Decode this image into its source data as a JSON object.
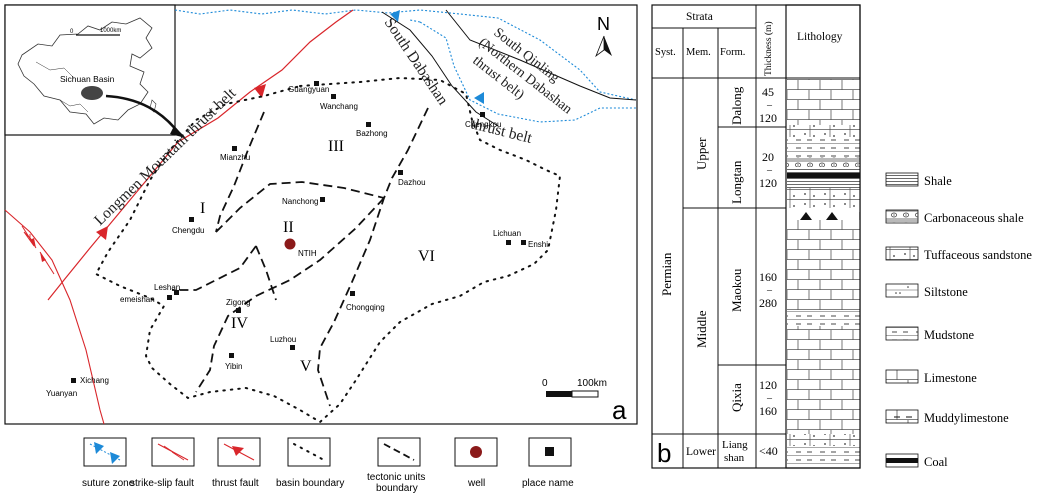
{
  "colors": {
    "thrust_fault": "#d9262b",
    "suture_zone": "#1d8ad8",
    "well": "#8b1a1a",
    "inset_basin": "#444444",
    "line": "#111111"
  },
  "map_a": {
    "panel_letter": "a",
    "north_label": "N",
    "inset": {
      "label": "Sichuan Basin",
      "scale_zero": "0",
      "scale_km": "1000km"
    },
    "fault_labels": {
      "longmen": "Longmen Mountain thrust belt",
      "south_dabashan": "South Dabashan",
      "south_qinling_1": "South Qinling",
      "south_qinling_2": "(Northern Dabashan",
      "south_qinling_3": "thrust belt)",
      "thrust_belt": "thrust belt"
    },
    "unit_numerals": {
      "I": "I",
      "II": "II",
      "III": "III",
      "IV": "IV",
      "V": "V",
      "VI": "VI"
    },
    "places": {
      "guangyuan": "Guangyuan",
      "wanchang": "Wanchang",
      "bazhong": "Bazhong",
      "chengkou": "Chengkou",
      "mianzhu": "Mianzhu",
      "dazhou": "Dazhou",
      "nanchong": "Nanchong",
      "chengdu": "Chengdu",
      "lichuan": "Lichuan",
      "enshi": "Enshi",
      "leshan": "Leshan",
      "emeishan": "emeishan",
      "zigong": "Zigong",
      "chongqing": "Chongqing",
      "luzhou": "Luzhou",
      "yibin": "Yibin",
      "xichang": "Xichang",
      "yuanyan": "Yuanyan"
    },
    "well": "NTIH",
    "scale": {
      "zero": "0",
      "km": "100km"
    }
  },
  "legend_a": [
    {
      "label": "suture zone"
    },
    {
      "label": "strike-slip fault"
    },
    {
      "label": "thrust fault"
    },
    {
      "label": "basin boundary"
    },
    {
      "label": "tectonic units boundary"
    },
    {
      "label": "well"
    },
    {
      "label": "place name"
    }
  ],
  "column_b": {
    "panel_letter": "b",
    "headers": {
      "strata": "Strata",
      "syst": "Syst.",
      "mem": "Mem.",
      "form": "Form.",
      "thickness": "Thickness (m)",
      "lithology": "Lithology"
    },
    "system": "Permian",
    "members": {
      "upper": "Upper",
      "middle": "Middle",
      "lower": "Lower"
    },
    "formations": [
      {
        "name": "Dalong",
        "thickness_top": "45",
        "thickness_dash": "–",
        "thickness_bottom": "120"
      },
      {
        "name": "Longtan",
        "thickness_top": "20",
        "thickness_dash": "–",
        "thickness_bottom": "120"
      },
      {
        "name": "Maokou",
        "thickness_top": "160",
        "thickness_dash": "–",
        "thickness_bottom": "280"
      },
      {
        "name": "Qixia",
        "thickness_top": "120",
        "thickness_dash": "–",
        "thickness_bottom": "160"
      },
      {
        "name_1": "Liang",
        "name_2": "shan",
        "thickness": "<40"
      }
    ]
  },
  "lithology_legend": [
    {
      "label": "Shale"
    },
    {
      "label": "Carbonaceous shale"
    },
    {
      "label": "Tuffaceous sandstone"
    },
    {
      "label": "Siltstone"
    },
    {
      "label": "Mudstone"
    },
    {
      "label": "Limestone"
    },
    {
      "label": "Muddylimestone"
    },
    {
      "label": "Coal"
    }
  ]
}
